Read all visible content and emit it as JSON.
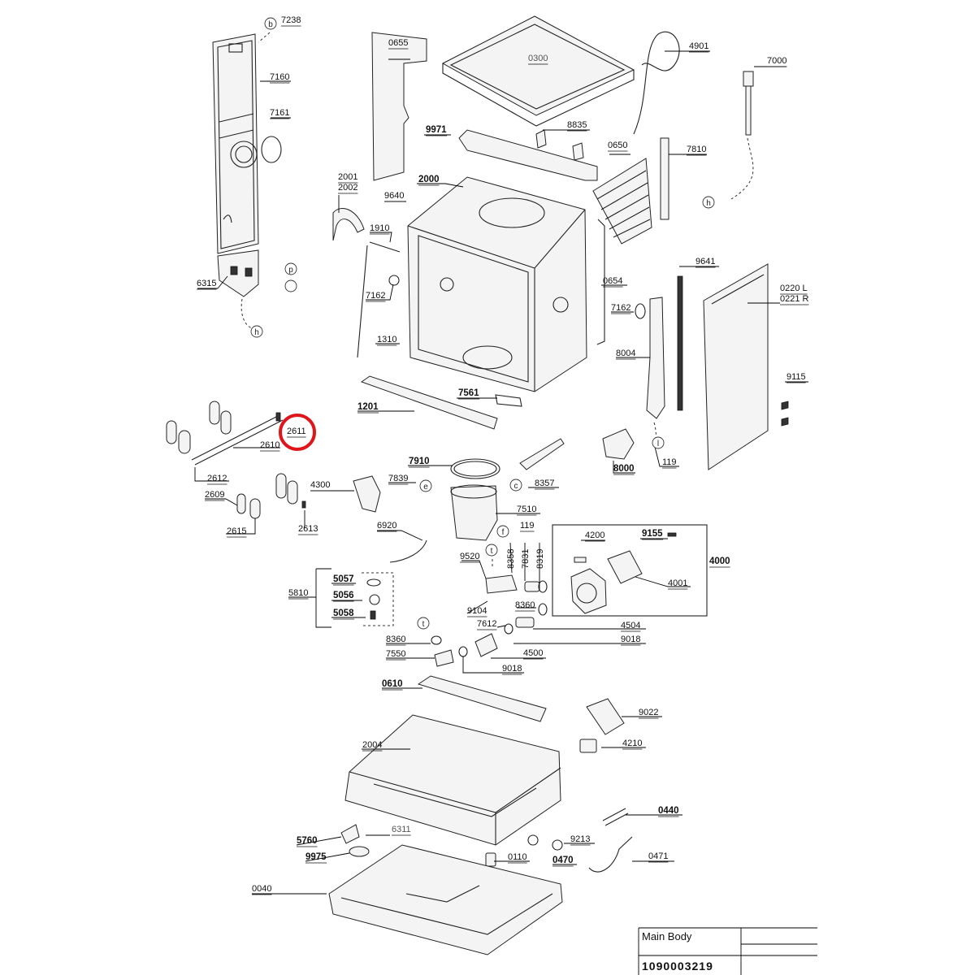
{
  "highlight": {
    "target_label": "2611",
    "color": "#e0151b"
  },
  "labels": [
    {
      "id": "7238",
      "text": "7238",
      "bold": false
    },
    {
      "id": "7160",
      "text": "7160",
      "bold": false
    },
    {
      "id": "7161",
      "text": "7161",
      "bold": false
    },
    {
      "id": "6315",
      "text": "6315",
      "bold": false
    },
    {
      "id": "0655",
      "text": "0655",
      "bold": false
    },
    {
      "id": "0300",
      "text": "0300",
      "bold": false
    },
    {
      "id": "4901",
      "text": "4901",
      "bold": false
    },
    {
      "id": "7000",
      "text": "7000",
      "bold": false
    },
    {
      "id": "9971",
      "text": "9971",
      "bold": true
    },
    {
      "id": "8835",
      "text": "8835",
      "bold": false
    },
    {
      "id": "0650",
      "text": "0650",
      "bold": false
    },
    {
      "id": "7810",
      "text": "7810",
      "bold": false
    },
    {
      "id": "2001",
      "text": "2001",
      "bold": false
    },
    {
      "id": "2002",
      "text": "2002",
      "bold": false
    },
    {
      "id": "2000",
      "text": "2000",
      "bold": true
    },
    {
      "id": "9640",
      "text": "9640",
      "bold": false
    },
    {
      "id": "1910",
      "text": "1910",
      "bold": false
    },
    {
      "id": "7162a",
      "text": "7162",
      "bold": false
    },
    {
      "id": "1310",
      "text": "1310",
      "bold": false
    },
    {
      "id": "0654",
      "text": "0654",
      "bold": false
    },
    {
      "id": "9641",
      "text": "9641",
      "bold": false
    },
    {
      "id": "0220",
      "text": "0220 L",
      "bold": false
    },
    {
      "id": "0221",
      "text": "0221 R",
      "bold": false
    },
    {
      "id": "7162b",
      "text": "7162",
      "bold": false
    },
    {
      "id": "8004",
      "text": "8004",
      "bold": false
    },
    {
      "id": "9115",
      "text": "9115",
      "bold": false
    },
    {
      "id": "1201",
      "text": "1201",
      "bold": true
    },
    {
      "id": "7561",
      "text": "7561",
      "bold": true
    },
    {
      "id": "2611",
      "text": "2611",
      "bold": false
    },
    {
      "id": "2610",
      "text": "2610",
      "bold": false
    },
    {
      "id": "2612",
      "text": "2612",
      "bold": false
    },
    {
      "id": "8000",
      "text": "8000",
      "bold": true
    },
    {
      "id": "119a",
      "text": "119",
      "bold": false
    },
    {
      "id": "7910",
      "text": "7910",
      "bold": true
    },
    {
      "id": "7839",
      "text": "7839",
      "bold": false
    },
    {
      "id": "8357",
      "text": "8357",
      "bold": false
    },
    {
      "id": "4300",
      "text": "4300",
      "bold": false
    },
    {
      "id": "2609",
      "text": "2609",
      "bold": false
    },
    {
      "id": "2615",
      "text": "2615",
      "bold": false
    },
    {
      "id": "2613",
      "text": "2613",
      "bold": false
    },
    {
      "id": "7510",
      "text": "7510",
      "bold": false
    },
    {
      "id": "119b",
      "text": "119",
      "bold": false
    },
    {
      "id": "6920",
      "text": "6920",
      "bold": false
    },
    {
      "id": "4200",
      "text": "4200",
      "bold": false
    },
    {
      "id": "9155",
      "text": "9155",
      "bold": true
    },
    {
      "id": "4000",
      "text": "4000",
      "bold": true
    },
    {
      "id": "4001",
      "text": "4001",
      "bold": false
    },
    {
      "id": "9520",
      "text": "9520",
      "bold": false
    },
    {
      "id": "8358",
      "text": "8358",
      "bold": false
    },
    {
      "id": "7831",
      "text": "7831",
      "bold": false
    },
    {
      "id": "8319",
      "text": "8319",
      "bold": false
    },
    {
      "id": "5057",
      "text": "5057",
      "bold": true
    },
    {
      "id": "5810",
      "text": "5810",
      "bold": false
    },
    {
      "id": "5056",
      "text": "5056",
      "bold": true
    },
    {
      "id": "5058",
      "text": "5058",
      "bold": true
    },
    {
      "id": "9104",
      "text": "9104",
      "bold": false
    },
    {
      "id": "8360a",
      "text": "8360",
      "bold": false
    },
    {
      "id": "7612",
      "text": "7612",
      "bold": false
    },
    {
      "id": "4504",
      "text": "4504",
      "bold": false
    },
    {
      "id": "9018a",
      "text": "9018",
      "bold": false
    },
    {
      "id": "8360b",
      "text": "8360",
      "bold": false
    },
    {
      "id": "7550",
      "text": "7550",
      "bold": false
    },
    {
      "id": "4500",
      "text": "4500",
      "bold": false
    },
    {
      "id": "9018b",
      "text": "9018",
      "bold": false
    },
    {
      "id": "0610",
      "text": "0610",
      "bold": true
    },
    {
      "id": "9022",
      "text": "9022",
      "bold": false
    },
    {
      "id": "2004",
      "text": "2004",
      "bold": false
    },
    {
      "id": "4210",
      "text": "4210",
      "bold": false
    },
    {
      "id": "0440",
      "text": "0440",
      "bold": true
    },
    {
      "id": "6311",
      "text": "6311",
      "bold": false
    },
    {
      "id": "5760",
      "text": "5760",
      "bold": true
    },
    {
      "id": "9213",
      "text": "9213",
      "bold": false
    },
    {
      "id": "9975",
      "text": "9975",
      "bold": true
    },
    {
      "id": "0110",
      "text": "0110",
      "bold": false
    },
    {
      "id": "0470",
      "text": "0470",
      "bold": true
    },
    {
      "id": "0471",
      "text": "0471",
      "bold": false
    },
    {
      "id": "0040",
      "text": "0040",
      "bold": false
    }
  ],
  "connectors": [
    {
      "id": "b",
      "text": "b"
    },
    {
      "id": "p",
      "text": "p"
    },
    {
      "id": "blank",
      "text": ""
    },
    {
      "id": "h1",
      "text": "h"
    },
    {
      "id": "h2",
      "text": "h"
    },
    {
      "id": "l",
      "text": "l"
    },
    {
      "id": "e",
      "text": "e"
    },
    {
      "id": "c",
      "text": "c"
    },
    {
      "id": "f",
      "text": "f"
    },
    {
      "id": "t1",
      "text": "t"
    },
    {
      "id": "t2",
      "text": "t"
    }
  ],
  "title_block": {
    "name": "Main Body",
    "code": "1090003219"
  }
}
